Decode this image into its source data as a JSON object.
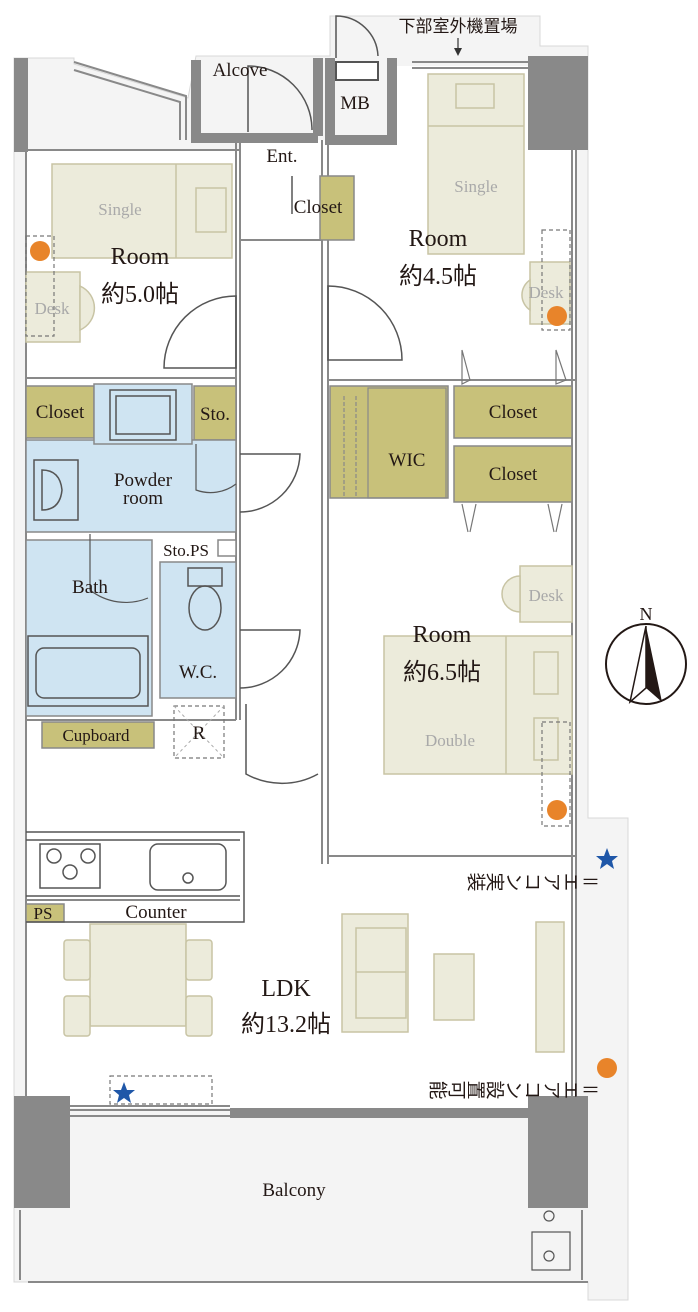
{
  "plan": {
    "top_note": "下部室外機置場",
    "rooms": {
      "room_nw_name": "Room",
      "room_nw_size": "約5.0帖",
      "room_ne_name": "Room",
      "room_ne_size": "約4.5帖",
      "room_e_name": "Room",
      "room_e_size": "約6.5帖",
      "ldk_name": "LDK",
      "ldk_size": "約13.2帖"
    },
    "spaces": {
      "alcove": "Alcove",
      "mb": "MB",
      "entrance": "Ent.",
      "closet_entry": "Closet",
      "closet_w": "Closet",
      "storage": "Sto.",
      "powder_room_line1": "Powder",
      "powder_room_line2": "room",
      "sto_ps": "Sto.PS",
      "bath": "Bath",
      "wc": "W.C.",
      "cupboard": "Cupboard",
      "r": "R",
      "wic": "WIC",
      "closet_e1": "Closet",
      "closet_e2": "Closet",
      "ps": "PS",
      "counter": "Counter",
      "balcony": "Balcony"
    },
    "furniture": {
      "single_1": "Single",
      "single_2": "Single",
      "desk_1": "Desk",
      "desk_2": "Desk",
      "desk_3": "Desk",
      "double": "Double"
    },
    "compass": "N",
    "legend": {
      "installed": "＝エアコン実装",
      "installable": "＝エアコン設置可能"
    },
    "colors": {
      "wall": "#898989",
      "closet_fill": "#c8c17a",
      "wet_area_fill": "#cfe4f2",
      "furniture_fill": "#ecebdb",
      "star": "#1f57a8",
      "dot": "#e8842a"
    }
  }
}
